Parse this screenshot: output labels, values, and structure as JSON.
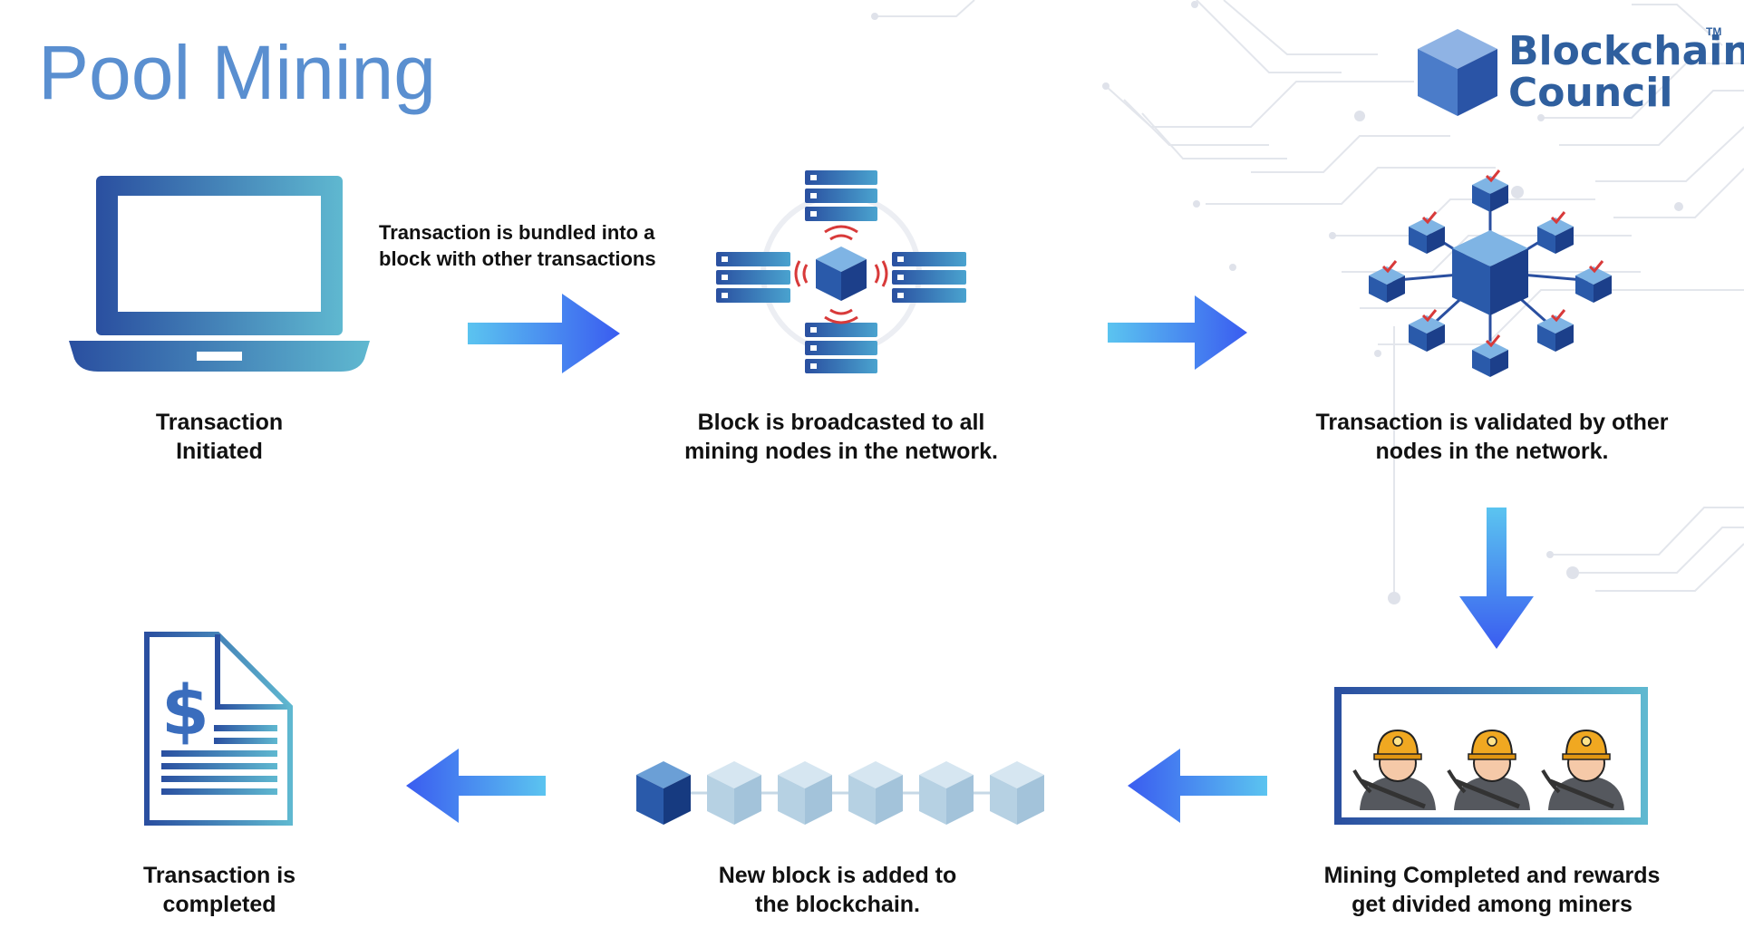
{
  "title": "Pool Mining",
  "logo": {
    "line1": "Blockchain",
    "line2": "Council",
    "tm": "TM"
  },
  "steps": [
    {
      "line1": "Transaction",
      "line2": "Initiated",
      "icon": "laptop-icon"
    },
    {
      "line1": "Block is broadcasted to all",
      "line2": "mining nodes in the network.",
      "icon": "broadcast-servers-icon"
    },
    {
      "line1": "Transaction is validated by other",
      "line2": "nodes in the network.",
      "icon": "network-nodes-icon"
    },
    {
      "line1": "Mining Completed and rewards",
      "line2": "get divided among miners",
      "icon": "miners-icon"
    },
    {
      "line1": "New block is added to",
      "line2": "the blockchain.",
      "icon": "blockchain-icon"
    },
    {
      "line1": "Transaction is",
      "line2": "completed",
      "icon": "invoice-icon"
    }
  ],
  "bundle_note": {
    "line1": "Transaction is bundled into a",
    "line2": "block with other transactions"
  },
  "colors": {
    "title": "#5a8fd0",
    "arrow_start": "#5bc4f0",
    "arrow_end": "#3a5cf0",
    "dark_blue": "#2a4fa0",
    "teal": "#5fb8d0"
  }
}
